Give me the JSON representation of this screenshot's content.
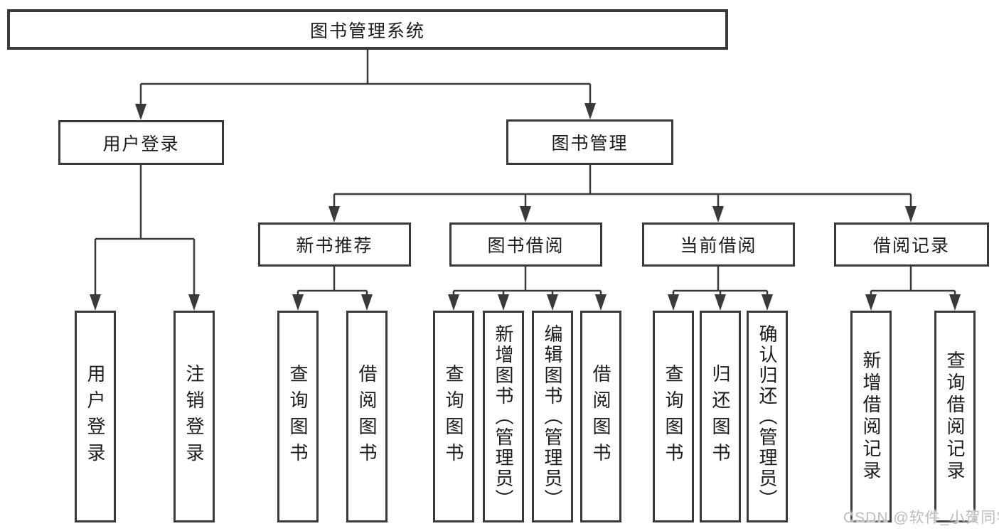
{
  "diagram": {
    "root": "图书管理系统",
    "branches": [
      {
        "label": "用户登录",
        "leaves": [
          "用户登录",
          "注销登录"
        ]
      },
      {
        "label": "图书管理",
        "groups": [
          {
            "label": "新书推荐",
            "leaves": [
              "查询图书",
              "借阅图书"
            ]
          },
          {
            "label": "图书借阅",
            "leaves": [
              "查询图书",
              "新增图书（管理员）",
              "编辑图书（管理员）",
              "借阅图书"
            ]
          },
          {
            "label": "当前借阅",
            "leaves": [
              "查询图书",
              "归还图书",
              "确认归还（管理员）"
            ]
          },
          {
            "label": "借阅记录",
            "leaves": [
              "新增借阅记录",
              "查询借阅记录"
            ]
          }
        ]
      }
    ]
  },
  "line_color": "#3a3a3a",
  "watermark": "CSDN @软件_小贺同学"
}
